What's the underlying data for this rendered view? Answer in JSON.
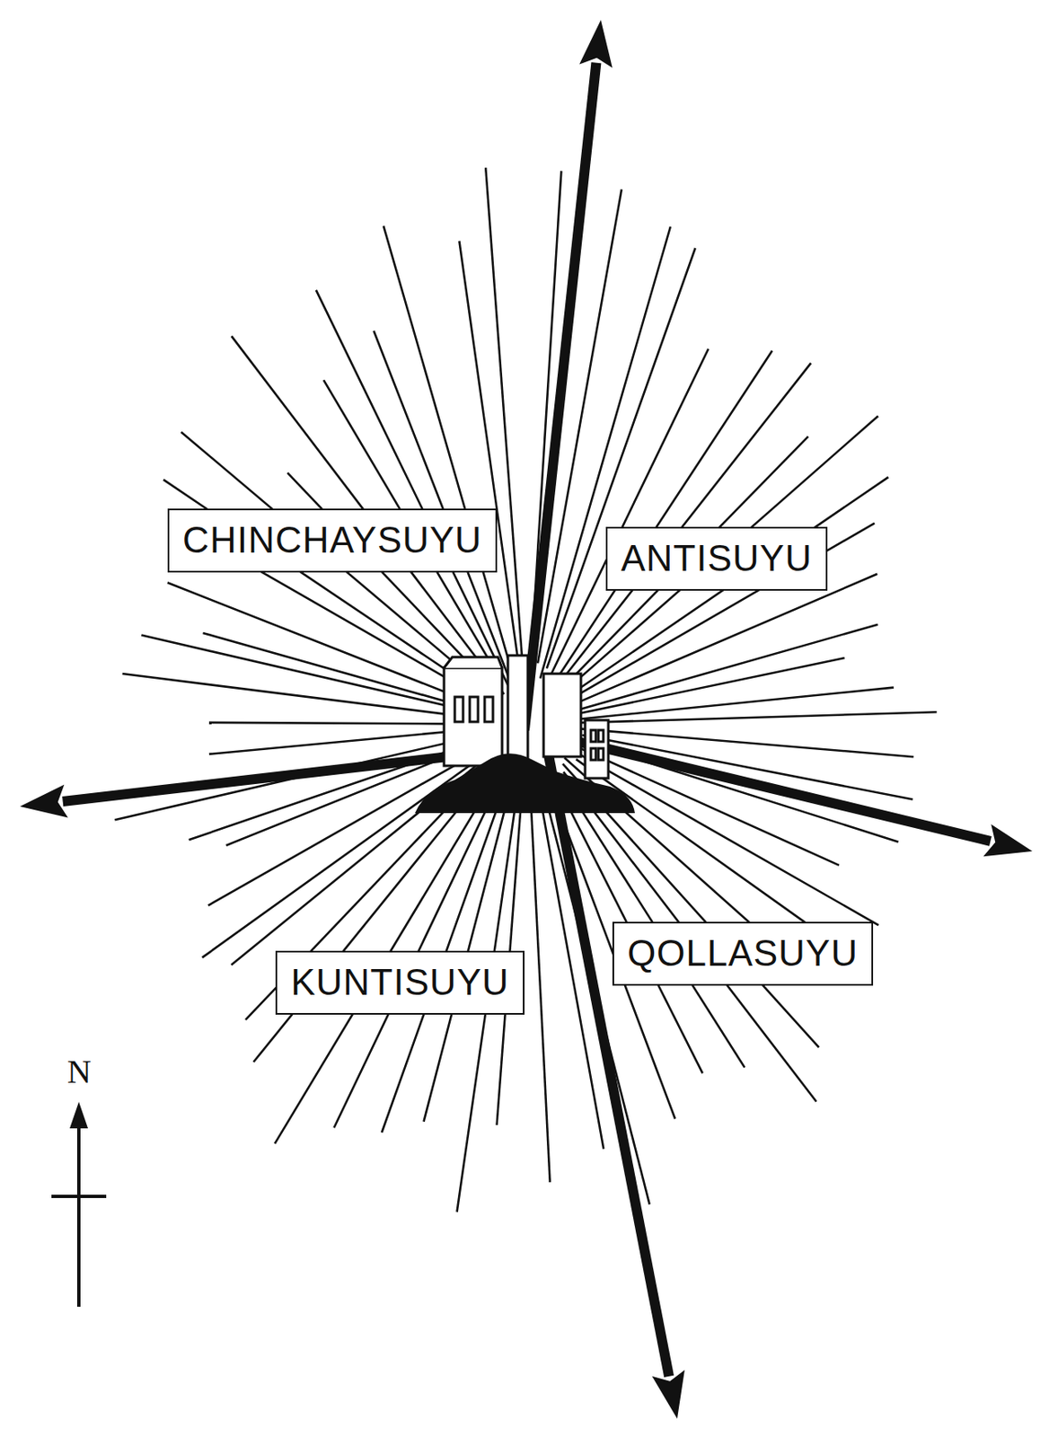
{
  "diagram": {
    "nodes": [
      {
        "text": [
          "CHINCHAYSUYU"
        ]
      },
      {
        "text": [
          "ANTISUYU"
        ]
      },
      {
        "text": [
          "QOLLASUYU"
        ]
      },
      {
        "text": [
          "KUNTISUYU"
        ]
      }
    ],
    "labels": [
      "N"
    ]
  }
}
